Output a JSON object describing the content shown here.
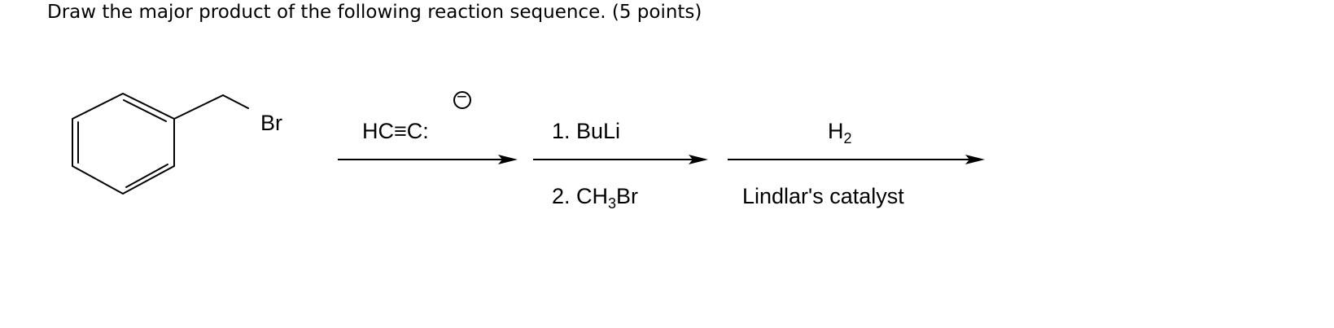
{
  "question": {
    "text": "Draw the major product of the following reaction sequence.  (5 points)"
  },
  "scheme": {
    "substituent_label": "Br",
    "step1": {
      "reagent_text": "HC≡C:",
      "charge_symbol": "−"
    },
    "step2": {
      "line1": "1. BuLi",
      "line2_prefix": "2. CH",
      "line2_sub": "3",
      "line2_suffix": "Br"
    },
    "step3": {
      "above_main": "H",
      "above_sub": "2",
      "below": "Lindlar's catalyst"
    }
  }
}
